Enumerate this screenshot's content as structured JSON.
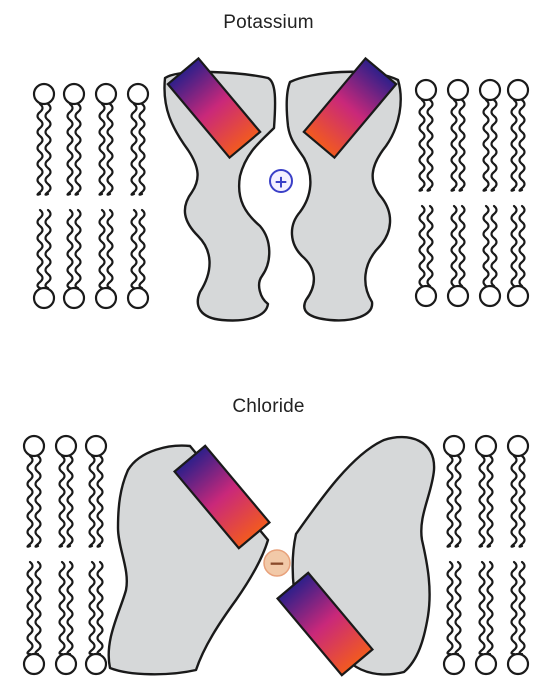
{
  "panels": [
    {
      "id": "potassium",
      "title": "Potassium",
      "ion_symbol": "+",
      "ion_color": "#3a3fc7",
      "ion_fill": "#f4f0ff"
    },
    {
      "id": "chloride",
      "title": "Chloride",
      "ion_symbol": "−",
      "ion_color": "#8a4a2a",
      "ion_fill": "#f2c9a8"
    }
  ],
  "colors": {
    "protein_fill": "#d6d8d9",
    "gate_gradient_start": "#f25a1f",
    "gate_gradient_mid": "#c9287a",
    "gate_gradient_end": "#2d1f8a",
    "membrane_stroke": "#1a1a1a"
  },
  "icons": {
    "potassium_ion": "plus-circle-icon",
    "chloride_ion": "minus-circle-icon"
  }
}
